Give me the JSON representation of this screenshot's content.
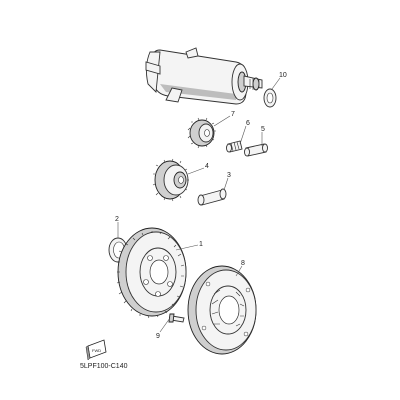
{
  "callouts": {
    "c1": "1",
    "c2": "2",
    "c3": "3",
    "c4": "4",
    "c5": "5",
    "c6": "6",
    "c7": "7",
    "c8": "8",
    "c9": "9",
    "c10": "10"
  },
  "diagram_code": "5LPF100-C140",
  "front_icon_text": "FWD"
}
